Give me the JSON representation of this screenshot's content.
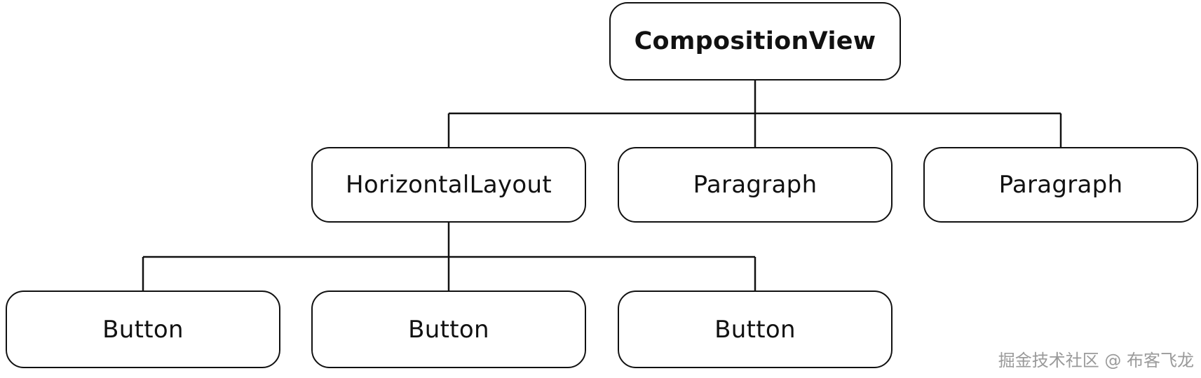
{
  "diagram": {
    "root": {
      "label": "CompositionView"
    },
    "level1": [
      {
        "label": "HorizontalLayout"
      },
      {
        "label": "Paragraph"
      },
      {
        "label": "Paragraph"
      }
    ],
    "level2": [
      {
        "label": "Button"
      },
      {
        "label": "Button"
      },
      {
        "label": "Button"
      }
    ],
    "edges": [
      [
        "root",
        "level1.0"
      ],
      [
        "root",
        "level1.1"
      ],
      [
        "root",
        "level1.2"
      ],
      [
        "level1.0",
        "level2.0"
      ],
      [
        "level1.0",
        "level2.1"
      ],
      [
        "level1.0",
        "level2.2"
      ]
    ],
    "colors": {
      "stroke": "#111111",
      "text": "#111111",
      "background": "#ffffff",
      "watermark": "#9a9a9a"
    }
  },
  "watermark": "掘金技术社区 @ 布客飞龙"
}
